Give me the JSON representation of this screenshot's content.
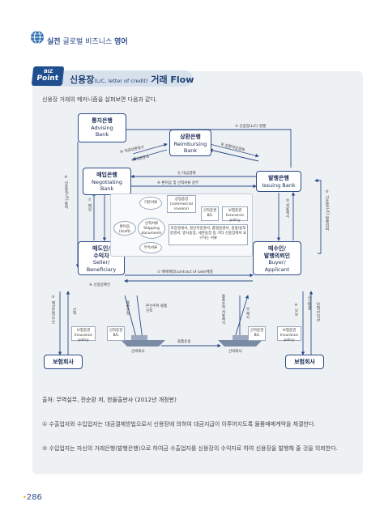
{
  "header": {
    "title_bold": "실전",
    "title_rest": "글로벌 비즈니스",
    "title_end": "영어"
  },
  "section": {
    "badge_top": "BIZ",
    "badge_bottom": "Point",
    "title_ko": "신용장",
    "title_paren": "(L/C, letter of credit)",
    "title_tail": "거래 Flow",
    "intro": "신용장 거래의 메커니즘을 살펴보면 다음과 같다."
  },
  "diagram": {
    "advising": {
      "ko": "통지은행",
      "en1": "Advising",
      "en2": "Bank"
    },
    "reimbursing": {
      "ko": "상환은행",
      "en1": "Reimbursing",
      "en2": "Bank"
    },
    "negotiating": {
      "ko": "매입은행",
      "en1": "Negotiating",
      "en2": "Bank"
    },
    "issuing": {
      "ko": "발행은행",
      "en1": "Issuing Bank"
    },
    "seller": {
      "ko1": "매도인/",
      "ko2": "수익자",
      "en1": "Seller/",
      "en2": "Beneficiary"
    },
    "buyer": {
      "ko1": "매수인/",
      "ko2": "발행의뢰인",
      "en1": "Buyer/",
      "en2": "Applicant"
    },
    "insurer_left": "보험회사",
    "insurer_right": "보험회사",
    "ship_left": "선박회사",
    "ship_right": "선박회사",
    "labels": {
      "lc_issue": "⑤ 신용장(L/C) 발행",
      "reimb_request": "⑧ 대금상환청구",
      "reimb_auth": "⑥ 상환대금결제",
      "payment": "⑩ 대금결제",
      "doc_send": "⑨ 환어음 및 선적서류 송부",
      "settle": "⑪ 대금결제",
      "lc_notice": "④ 신용장(L/C) 통지",
      "negotiate": "⑦ 매입",
      "docs_present": "⑫ 서류제시",
      "lc_request": "③ 신용장(L/C) 발행의뢰",
      "contract": "① 매매계약(contract of sale)체결",
      "lc_confirm": "⑥ 신용장확인",
      "shipping": "물품운송",
      "insure_left": "⑤ 해상보험 부보",
      "insure_right": "보험금 지급",
      "bl_left": "선적",
      "bl_right": "물품수령",
      "delivery": "본선수취 물품선적",
      "pay_right": "⑬ 제시",
      "docs_get": "물품수령 서류제시",
      "acc": "사고발생",
      "ins_claim": "④ 부보"
    },
    "docs": {
      "bill": "기본서류",
      "invoice": "상업송장 (commercial invoice)",
      "bl": "선하증권 B/L",
      "policy": "보험증권 Insurance policy",
      "draft": "환어음 (draft)",
      "shipping_docs": "선적서류 Shipping documents",
      "extra": "부속서류",
      "extra_list": "포장명세서, 원산지증명서, 품질증명서, 중량/용적증명서, 영사송장, 세관송장 등 기타 신용장에서 요구하는 서류"
    },
    "small_docs": {
      "policy1": "보험증권 Insurance policy",
      "bl1": "선하증권 B/L",
      "bl2": "선하증권 B/L",
      "policy2": "보험증권 Insurance policy"
    }
  },
  "source": "출처: 무역실무, 전순환 저, 한올출판사 (2012년 개정판)",
  "notes": [
    "① 수출업자와 수입업자는 대금결제방법으로서 신용장에 의하여 대금지급이 이루어지도록 물품매매계약을 체결한다.",
    "② 수입업자는 자신의 거래은행(발행은행)으로 하여금 수출업자를 신용장의 수익자로 하여 신용장을 발행해 줄 것을 의뢰한다."
  ],
  "page_number": "286",
  "colors": {
    "accent": "#2b4a8a",
    "panel": "#eef1f4",
    "badge": "#1f4f8f"
  }
}
